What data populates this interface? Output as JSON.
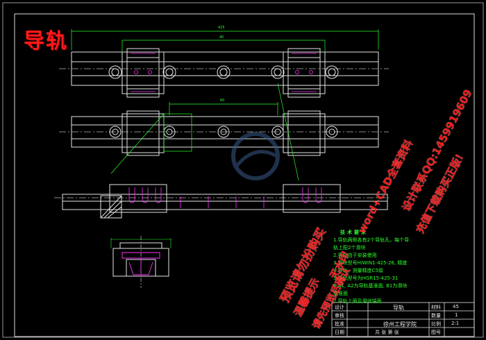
{
  "drawing": {
    "title_stamp": "导轨"
  },
  "technical_requirements": {
    "heading": "技术要求",
    "lines": [
      "1.导轨两侧各有2个导轨孔，每个导",
      "轨上配2个滑块",
      "2.导轨由于安装使用",
      "3.滑块型号HIWIN1-425-26, 精度",
      "4.导轨，测量精度C5级",
      "5.导轨型号为HGR15-425-31",
      "6.A1, A2为导轨基准面, B1为滑块",
      "基准面",
      "7.导轨上面及滑块端面"
    ]
  },
  "title_block": {
    "part_name": "导轨",
    "designer_label": "设计",
    "checker_label": "审核",
    "approver_label": "批准",
    "material_label": "材料",
    "material_value": "45",
    "quantity_label": "数量",
    "quantity_value": "1",
    "scale_label": "比例",
    "scale_value": "2:1",
    "school": "徐州工程学院",
    "drawing_no_label": "图号",
    "sheet_label": "共 张 第 张",
    "date_label": "日期"
  },
  "watermarks": [
    "预览请勿扮购买",
    "温馨提示",
    "请先预览后确认",
    "无水印",
    "设计联系QQ:1459919609",
    "word+CAD全套资料",
    "充值下载购买正版!"
  ],
  "dimensions": [
    "425",
    "40",
    "60"
  ],
  "colors": {
    "background": "#000000",
    "outline": "#ffffff",
    "dimension": "#2bff2b",
    "detail": "#ff33ff",
    "watermark": "#ff1f1f",
    "logo": "#3a5a8a"
  }
}
